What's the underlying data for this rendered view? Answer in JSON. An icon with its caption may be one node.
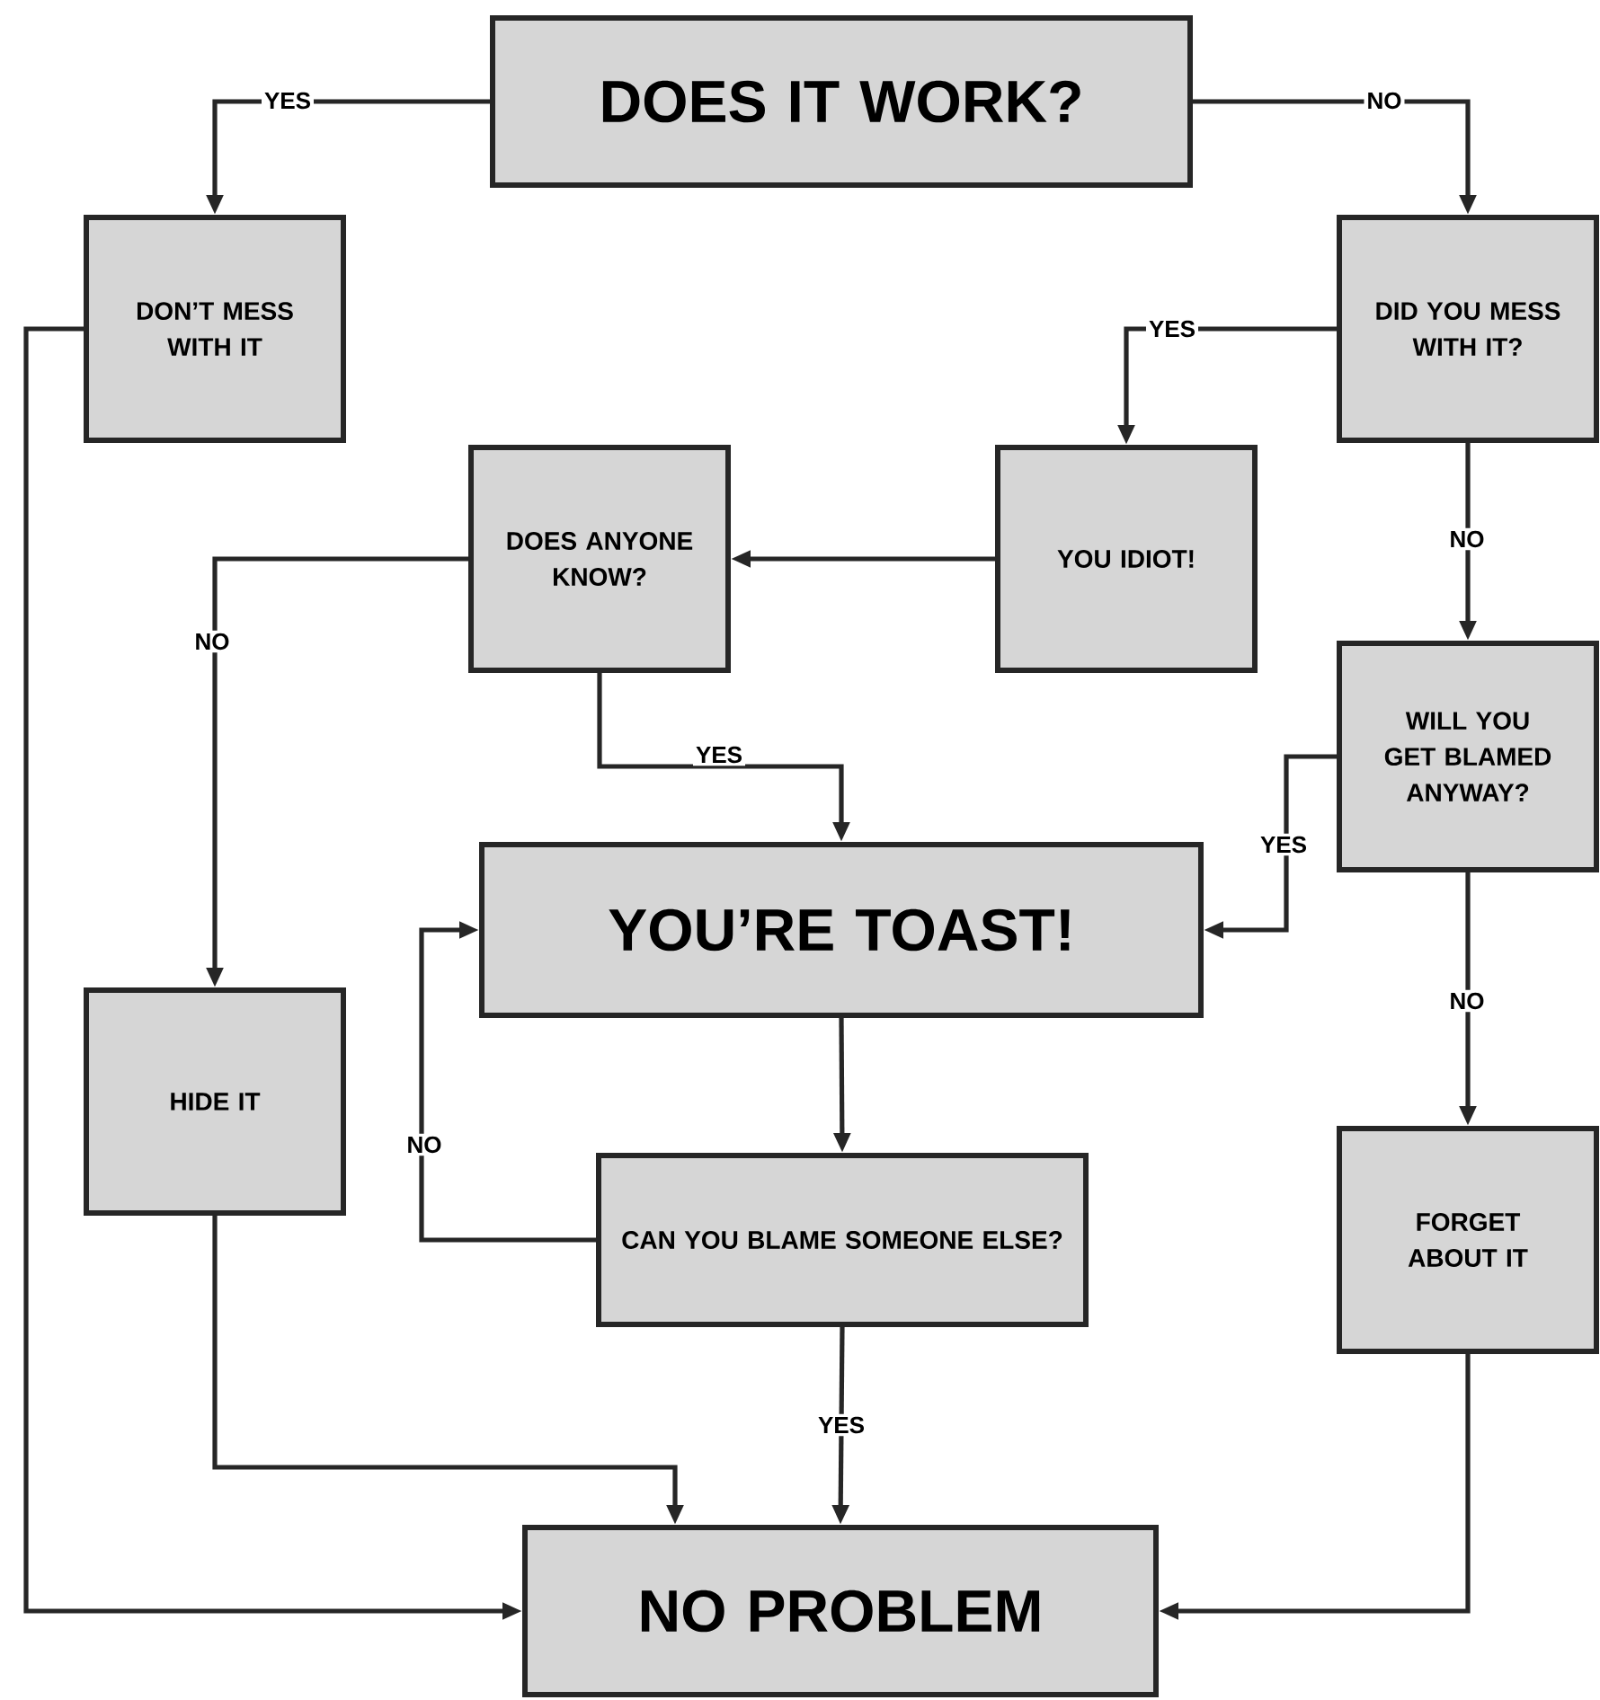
{
  "diagram": {
    "nodes": [
      {
        "text": [
          "DOES IT WORK?"
        ]
      },
      {
        "text": [
          "DON’T MESS WITH IT"
        ]
      },
      {
        "text": [
          "DID YOU MESS WITH IT?"
        ]
      },
      {
        "text": [
          "YOU IDIOT!"
        ]
      },
      {
        "text": [
          "DOES ANYONE KNOW?"
        ]
      },
      {
        "text": [
          "WILL YOU GET BLAMED ANYWAY?"
        ]
      },
      {
        "text": [
          "YOU’RE TOAST!"
        ]
      },
      {
        "text": [
          "HIDE IT"
        ]
      },
      {
        "text": [
          "CAN YOU BLAME SOMEONE ELSE?"
        ]
      },
      {
        "text": [
          "FORGET ABOUT IT"
        ]
      },
      {
        "text": [
          "NO PROBLEM"
        ]
      }
    ],
    "edges": [
      {
        "from": 0,
        "to": 1,
        "arrow": "to",
        "label": "YES"
      },
      {
        "from": 0,
        "to": 2,
        "arrow": "to",
        "label": "NO"
      },
      {
        "from": 2,
        "to": 3,
        "arrow": "to",
        "label": "YES"
      },
      {
        "from": 2,
        "to": 5,
        "arrow": "to",
        "label": "NO"
      },
      {
        "from": 3,
        "to": 4,
        "arrow": "to"
      },
      {
        "from": 4,
        "to": 7,
        "arrow": "to",
        "label": "NO"
      },
      {
        "from": 4,
        "to": 6,
        "arrow": "to",
        "label": "YES"
      },
      {
        "from": 5,
        "to": 6,
        "arrow": "to",
        "label": "YES"
      },
      {
        "from": 5,
        "to": 9,
        "arrow": "to",
        "label": "NO"
      },
      {
        "from": 6,
        "to": 8,
        "arrow": "to"
      },
      {
        "from": 8,
        "to": 6,
        "arrow": "to",
        "label": "NO"
      },
      {
        "from": 8,
        "to": 10,
        "arrow": "to",
        "label": "YES"
      },
      {
        "from": 7,
        "to": 10,
        "arrow": "to"
      },
      {
        "from": 1,
        "to": 10,
        "arrow": "to"
      },
      {
        "from": 9,
        "to": 10,
        "arrow": "to"
      }
    ]
  }
}
